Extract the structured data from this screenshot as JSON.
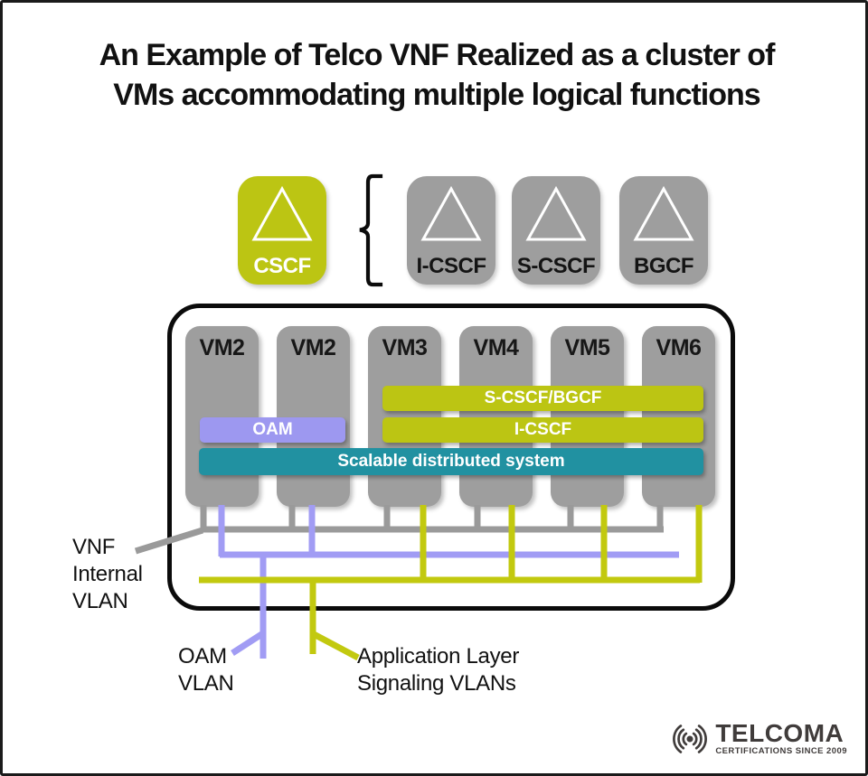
{
  "title": "An Example of Telco VNF Realized as a cluster of\nVMs accommodating multiple logical functions",
  "functions": {
    "highlight": {
      "label": "CSCF"
    },
    "grouped": [
      {
        "label": "I-CSCF"
      },
      {
        "label": "S-CSCF"
      },
      {
        "label": "BGCF"
      }
    ]
  },
  "cluster": {
    "vms": [
      {
        "label": "VM2"
      },
      {
        "label": "VM2"
      },
      {
        "label": "VM3"
      },
      {
        "label": "VM4"
      },
      {
        "label": "VM5"
      },
      {
        "label": "VM6"
      }
    ],
    "bars": {
      "scscf_bgcf": "S-CSCF/BGCF",
      "oam": "OAM",
      "icscf": "I-CSCF",
      "scalable": "Scalable distributed system"
    }
  },
  "annotations": {
    "vnf_internal_vlan": "VNF\nInternal\nVLAN",
    "oam_vlan": "OAM\nVLAN",
    "app_signaling_vlans": "Application Layer\nSignaling VLANs"
  },
  "logo": {
    "brand": "TELCOMA",
    "tagline": "CERTIFICATIONS SINCE 2009"
  },
  "colors": {
    "yellow_green": "#bcc513",
    "lavender": "#a19cf4",
    "teal": "#2191a1",
    "gray": "#9e9e9e",
    "ink": "#141414"
  }
}
